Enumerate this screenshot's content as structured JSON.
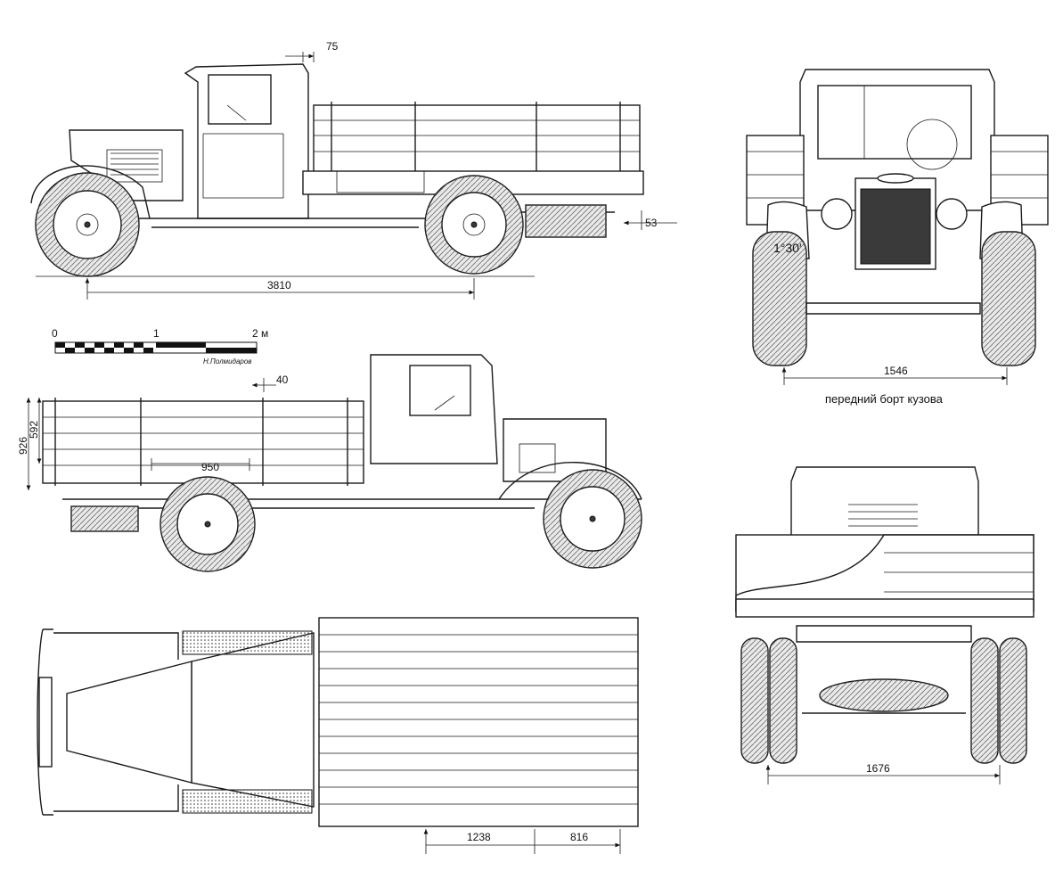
{
  "views": {
    "side_right": {
      "dim_overhang_top": "75",
      "dim_rear": "53",
      "dim_wheelbase": "3810"
    },
    "scale_bar": {
      "tick_0": "0",
      "tick_1": "1",
      "tick_2": "2 м",
      "author": "Н.Полмидаров"
    },
    "side_left": {
      "dim_top": "40",
      "dim_height_total": "926",
      "dim_side_height": "592",
      "dim_bay": "950"
    },
    "top": {
      "dim_a": "1238",
      "dim_b": "816"
    },
    "front": {
      "dim_track": "1546",
      "angle": "1°30′",
      "caption": "передний борт кузова"
    },
    "rear": {
      "dim_track": "1676"
    }
  }
}
